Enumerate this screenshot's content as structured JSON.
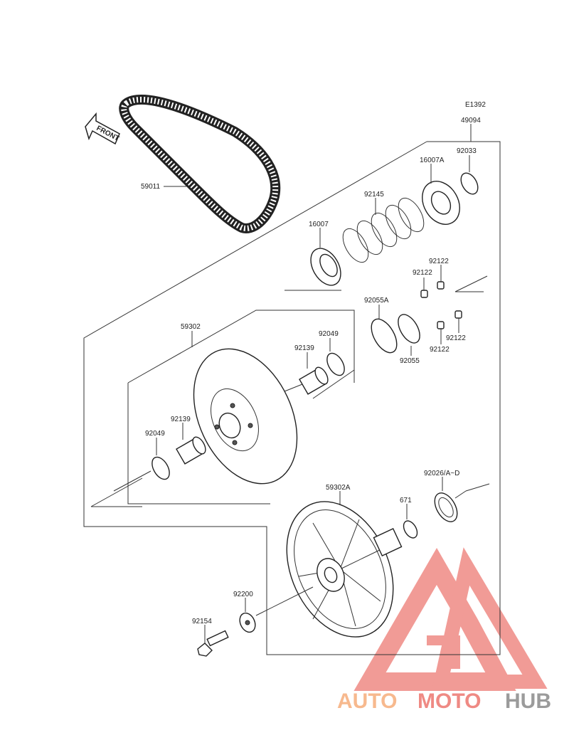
{
  "diagram_code": "E1392",
  "front_label": "FRONT",
  "labels": {
    "assembly": "49094",
    "belt": "59011",
    "spring_seat_a": "16007A",
    "ring_top": "92033",
    "spring": "92145",
    "spring_seat": "16007",
    "pin1": "92122",
    "pin2": "92122",
    "pin3": "92122",
    "pin4": "92122",
    "oring_a": "92055A",
    "oring": "92055",
    "sheave_fixed": "59302",
    "seal_right": "92049",
    "bushing_right": "92139",
    "bushing_left": "92139",
    "seal_left": "92049",
    "sheave_movable": "59302A",
    "shim": "92026/A~D",
    "circlip": "671",
    "washer": "92200",
    "bolt": "92154"
  },
  "watermark": {
    "part1": "AUTO",
    "part2": "MOTO",
    "part3": "HUB",
    "color_light": "#f7b98e",
    "color_red": "#ef8a84",
    "color_gray": "#9b9b9b"
  }
}
